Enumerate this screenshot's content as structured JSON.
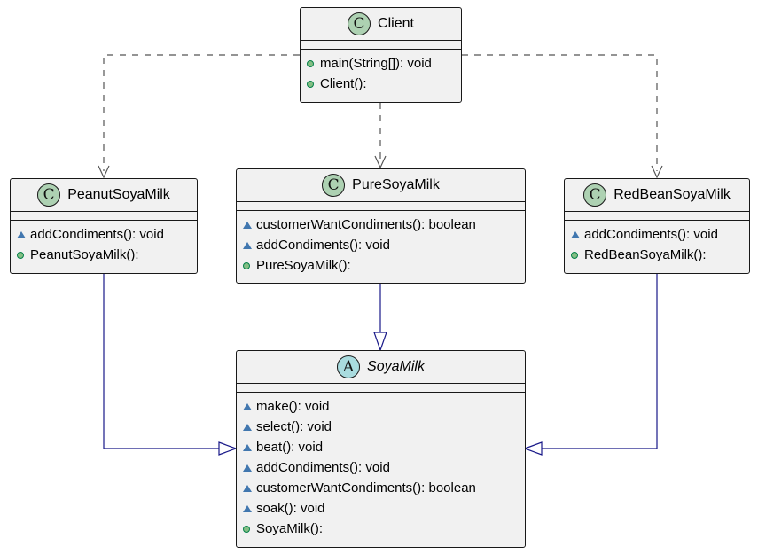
{
  "classes": {
    "client": {
      "stereotype": "C",
      "name": "Client",
      "methods": [
        {
          "visibility": "public",
          "signature": "main(String[]): void"
        },
        {
          "visibility": "public",
          "signature": "Client():"
        }
      ]
    },
    "peanut": {
      "stereotype": "C",
      "name": "PeanutSoyaMilk",
      "methods": [
        {
          "visibility": "package",
          "signature": "addCondiments(): void"
        },
        {
          "visibility": "public",
          "signature": "PeanutSoyaMilk():"
        }
      ]
    },
    "pure": {
      "stereotype": "C",
      "name": "PureSoyaMilk",
      "methods": [
        {
          "visibility": "package",
          "signature": "customerWantCondiments(): boolean"
        },
        {
          "visibility": "package",
          "signature": "addCondiments(): void"
        },
        {
          "visibility": "public",
          "signature": "PureSoyaMilk():"
        }
      ]
    },
    "redbean": {
      "stereotype": "C",
      "name": "RedBeanSoyaMilk",
      "methods": [
        {
          "visibility": "package",
          "signature": "addCondiments(): void"
        },
        {
          "visibility": "public",
          "signature": "RedBeanSoyaMilk():"
        }
      ]
    },
    "soyamilk": {
      "stereotype": "A",
      "name": "SoyaMilk",
      "methods": [
        {
          "visibility": "package",
          "signature": "make(): void"
        },
        {
          "visibility": "package",
          "signature": "select(): void"
        },
        {
          "visibility": "package",
          "signature": "beat(): void"
        },
        {
          "visibility": "package",
          "signature": "addCondiments(): void"
        },
        {
          "visibility": "package",
          "signature": "customerWantCondiments(): boolean"
        },
        {
          "visibility": "package",
          "signature": "soak(): void"
        },
        {
          "visibility": "public",
          "signature": "SoyaMilk():"
        }
      ]
    }
  },
  "relations": [
    {
      "type": "dependency",
      "from": "Client",
      "to": "PeanutSoyaMilk"
    },
    {
      "type": "dependency",
      "from": "Client",
      "to": "PureSoyaMilk"
    },
    {
      "type": "dependency",
      "from": "Client",
      "to": "RedBeanSoyaMilk"
    },
    {
      "type": "generalization",
      "from": "PeanutSoyaMilk",
      "to": "SoyaMilk"
    },
    {
      "type": "generalization",
      "from": "PureSoyaMilk",
      "to": "SoyaMilk"
    },
    {
      "type": "generalization",
      "from": "RedBeanSoyaMilk",
      "to": "SoyaMilk"
    }
  ],
  "colors": {
    "class_fill": "#f1f1f1",
    "class_border": "#181818",
    "stereotype_class": "#add1b2",
    "stereotype_abstract": "#a9dcdf",
    "public_marker": "#84be84",
    "package_marker": "#4177af",
    "dependency_line": "#555555",
    "generalization_line": "#181888"
  }
}
